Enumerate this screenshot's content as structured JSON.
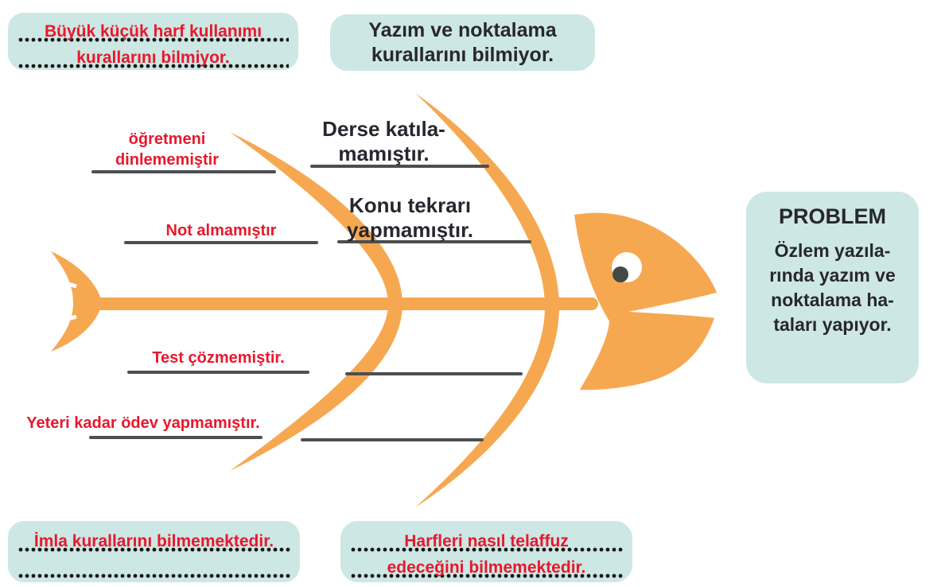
{
  "palette": {
    "box_teal": "#cde7e4",
    "fish_orange": "#f6a851",
    "accent_red": "#e8182c",
    "text_dark": "#28272f",
    "answer_line_gray": "#4d4e50"
  },
  "boxes": {
    "top_left": {
      "lines": [
        "Büyük küçük harf kullanımı",
        "kurallarını bilmiyor."
      ]
    },
    "top_center": {
      "lines": [
        "Yazım ve noktalama",
        "kurallarını bilmiyor."
      ]
    },
    "bottom_left": {
      "lines": [
        "İmla kurallarını bilmemektedir.",
        ""
      ]
    },
    "bottom_center": {
      "lines": [
        "Harfleri nasıl telaffuz",
        "edeceğini bilmemektedir."
      ]
    },
    "problem": {
      "title": "PROBLEM",
      "lines": [
        "Özlem yazıla-",
        "rında yazım ve",
        "noktalama ha-",
        "taları yapıyor."
      ]
    }
  },
  "bone_labels": {
    "teacher": {
      "lines": [
        "öğretmeni",
        "dinlememiştir"
      ]
    },
    "notes": {
      "text": "Not almamıştır"
    },
    "lesson": {
      "lines": [
        "Derse katıla-",
        "mamıştır."
      ]
    },
    "review": {
      "lines": [
        "Konu tekrarı",
        "yapmamıştır."
      ]
    },
    "test": {
      "text": "Test çözmemiştir."
    },
    "homework": {
      "text": "Yeteri kadar ödev yapmamıştır."
    }
  }
}
